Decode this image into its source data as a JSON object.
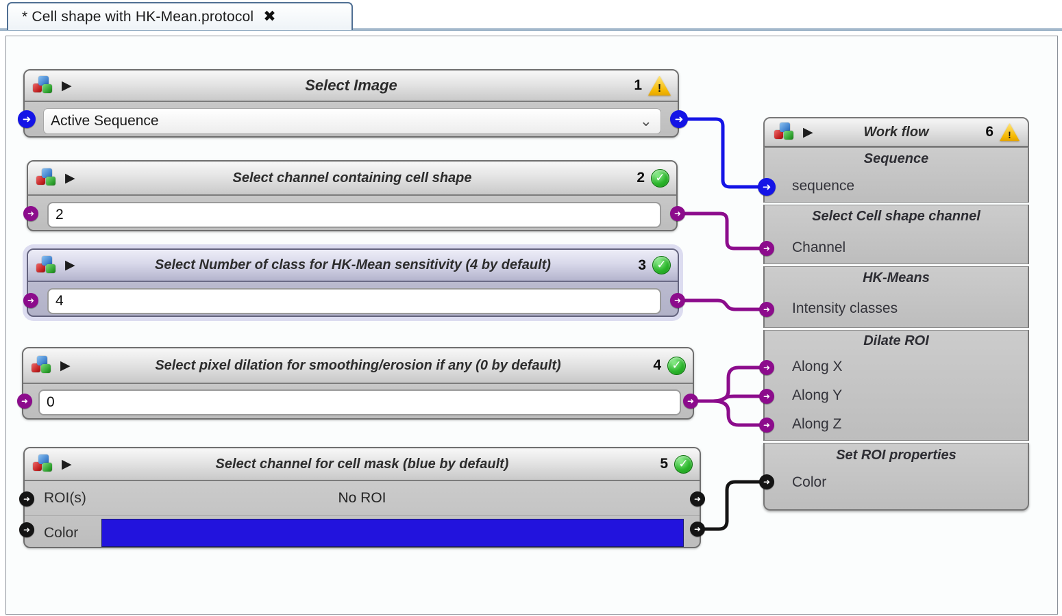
{
  "tab": {
    "title": "* Cell shape with HK-Mean.protocol"
  },
  "icons": {
    "play": "▶",
    "close": "✖",
    "chevron_down": "⌄",
    "check_mark": "✓",
    "warning_mark": "!",
    "connector_arrow": "➜"
  },
  "blocks": [
    {
      "title": "Select Image",
      "number": "1",
      "status": "warning",
      "field_type": "dropdown",
      "value": "Active Sequence"
    },
    {
      "title": "Select channel containing cell shape",
      "number": "2",
      "status": "ok",
      "value": "2"
    },
    {
      "title": "Select Number of class for HK-Mean sensitivity (4 by default)",
      "number": "3",
      "status": "ok",
      "value": "4",
      "selected": true
    },
    {
      "title": "Select pixel dilation for smoothing/erosion if any (0 by default)",
      "number": "4",
      "status": "ok",
      "value": "0"
    },
    {
      "title": "Select channel for cell mask (blue by default)",
      "number": "5",
      "status": "ok",
      "rows": [
        {
          "label": "ROI(s)",
          "value": "No ROI"
        },
        {
          "label": "Color",
          "value_color": "#2213dd"
        }
      ]
    }
  ],
  "workflow": {
    "title": "Work flow",
    "number": "6",
    "status": "warning",
    "sections": [
      {
        "title": "Sequence",
        "rows": [
          {
            "label": "sequence",
            "port": "blue"
          }
        ]
      },
      {
        "title": "Select Cell shape channel",
        "rows": [
          {
            "label": "Channel",
            "port": "purple"
          }
        ]
      },
      {
        "title": "HK-Means",
        "rows": [
          {
            "label": "Intensity classes",
            "port": "purple"
          }
        ]
      },
      {
        "title": "Dilate ROI",
        "rows": [
          {
            "label": "Along X",
            "port": "purple"
          },
          {
            "label": "Along Y",
            "port": "purple"
          },
          {
            "label": "Along Z",
            "port": "purple"
          }
        ]
      },
      {
        "title": "Set ROI properties",
        "rows": [
          {
            "label": "Color",
            "port": "black"
          }
        ]
      }
    ]
  },
  "colors": {
    "wire_blue": "#1414e6",
    "wire_purple": "#8c0c8c",
    "wire_black": "#141414",
    "roi_color_value": "#2213dd",
    "selection_halo": "#dcdcf0"
  }
}
